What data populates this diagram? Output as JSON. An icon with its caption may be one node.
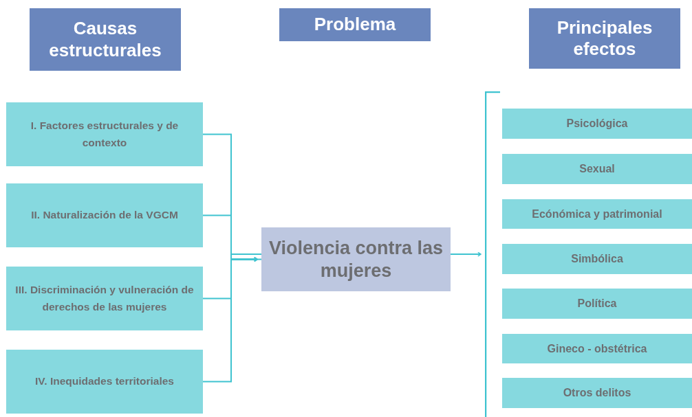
{
  "diagram": {
    "nodes": [
      {
        "text": [
          "Causas estructurales"
        ]
      },
      {
        "text": [
          "Problema"
        ]
      },
      {
        "text": [
          "Principales efectos"
        ]
      },
      {
        "text": [
          "I. Factores estructurales y de contexto"
        ]
      },
      {
        "text": [
          "II. Naturalización de la VGCM"
        ]
      },
      {
        "text": [
          "III. Discriminación y vulneración de derechos de las mujeres"
        ]
      },
      {
        "text": [
          "IV. Inequidades territoriales"
        ]
      },
      {
        "text": [
          "Violencia contra las mujeres"
        ]
      },
      {
        "text": [
          "Psicológica"
        ]
      },
      {
        "text": [
          "Sexual"
        ]
      },
      {
        "text": [
          "Ecónómica y patrimonial"
        ]
      },
      {
        "text": [
          "Simbólica"
        ]
      },
      {
        "text": [
          "Política"
        ]
      },
      {
        "text": [
          "Gineco - obstétrica"
        ]
      },
      {
        "text": [
          "Otros delitos"
        ]
      },
      {
        "text": [],
        "shape": "bracket"
      }
    ],
    "edges": [
      {
        "from": 3,
        "to": 7,
        "arrow": "to"
      },
      {
        "from": 4,
        "to": 7,
        "arrow": "to"
      },
      {
        "from": 5,
        "to": 7,
        "arrow": "to"
      },
      {
        "from": 6,
        "to": 7,
        "arrow": "to"
      },
      {
        "from": 7,
        "to": 15,
        "arrow": "to"
      }
    ]
  }
}
